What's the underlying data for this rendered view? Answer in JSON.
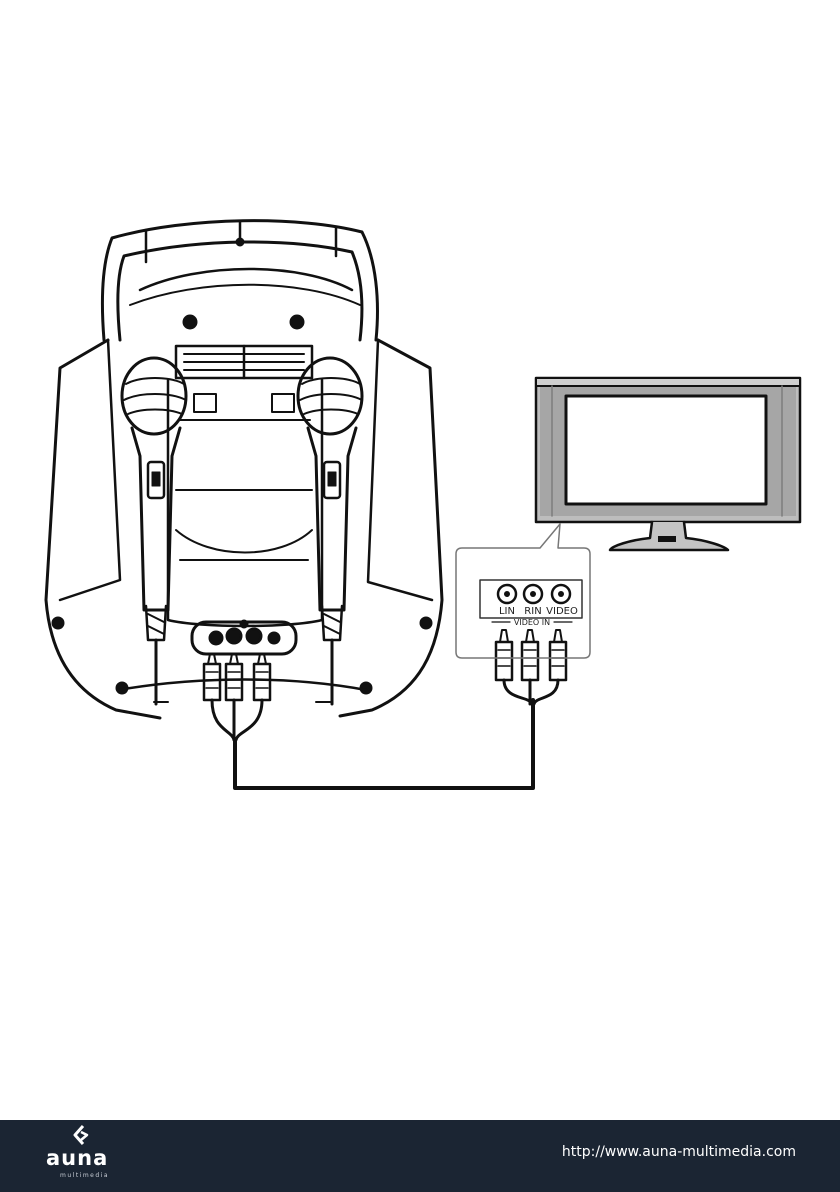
{
  "panel_labels": {
    "lin": "LIN",
    "rin": "RIN",
    "video": "VIDEO",
    "group": "VIDEO IN"
  },
  "footer": {
    "brand": "auna",
    "brand_sub": "multimedia",
    "url": "http://www.auna-multimedia.com"
  },
  "colors": {
    "footer_bg": "#1b2533",
    "tv_frame": "#9a9a9a",
    "line": "#111111"
  }
}
